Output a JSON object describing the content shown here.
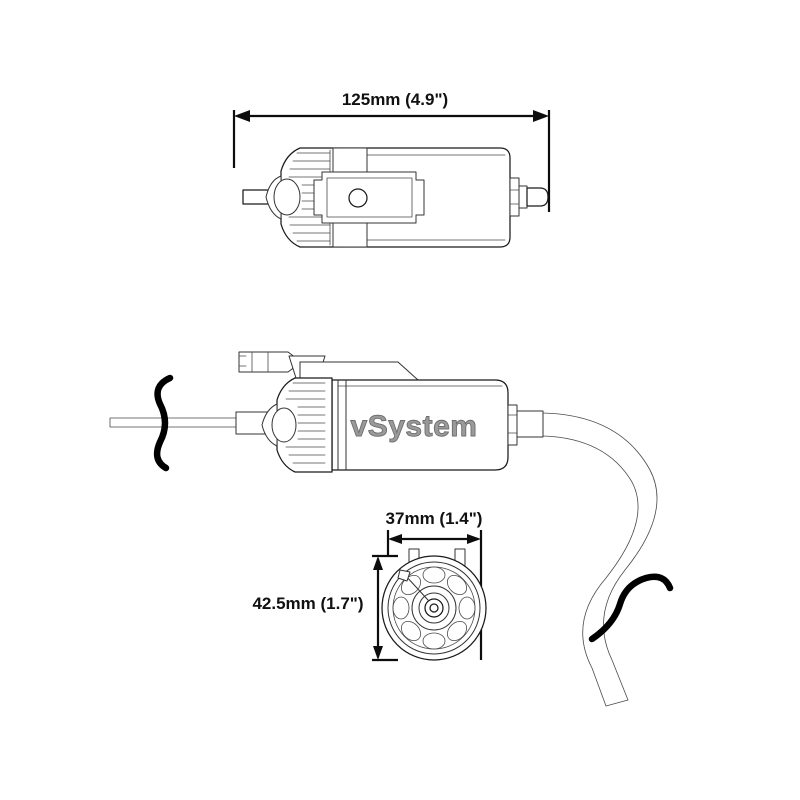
{
  "document": {
    "title": "vSystem motor dimensional drawing",
    "background_color": "#ffffff",
    "line_color": "#1a1a1a",
    "brand_color": "#9a9a9a"
  },
  "brand": {
    "label": "vSystem"
  },
  "dimensions": {
    "length": {
      "label": "125mm (4.9\")",
      "name": "overall-length",
      "orientation": "horizontal",
      "value_mm": 125,
      "value_in": 4.9
    },
    "width": {
      "label": "37mm (1.4\")",
      "name": "end-view-width",
      "orientation": "horizontal",
      "value_mm": 37,
      "value_in": 1.4
    },
    "height": {
      "label": "42.5mm (1.7\")",
      "name": "end-view-height",
      "orientation": "vertical",
      "value_mm": 42.5,
      "value_in": 1.7
    }
  },
  "views": [
    {
      "name": "top-side-view",
      "description": "Side elevation of motor with ribbed collar, label plate and outlet nozzle"
    },
    {
      "name": "main-side-view",
      "description": "Side elevation with shaft, connector lead, vSystem branding and flexible hose"
    },
    {
      "name": "end-view",
      "description": "End face showing ventilation holes, centre hub and mounting tabs"
    }
  ],
  "symbols": {
    "shaft_break": "break-symbol",
    "hose_break": "break-symbol"
  }
}
